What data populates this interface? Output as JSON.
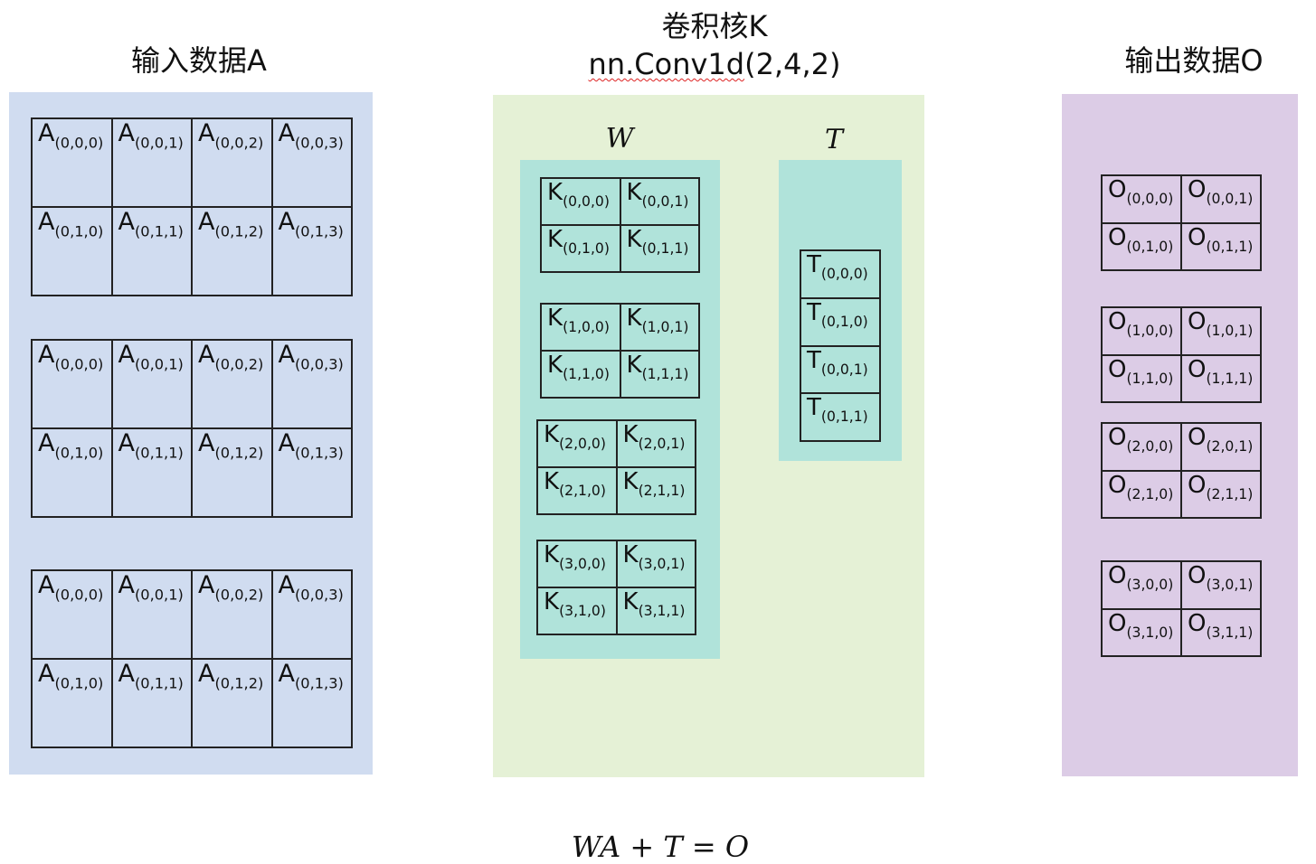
{
  "titles": {
    "input": "输入数据A",
    "kernel_line1": "卷积核K",
    "kernel_line2_code": "nn.Conv1d",
    "kernel_line2_args": "(2,4,2)",
    "output": "输出数据O"
  },
  "labels": {
    "W": "W",
    "T": "T"
  },
  "formula": "WA + T = O",
  "input_blocks": [
    [
      [
        "A",
        "(0,0,0)"
      ],
      [
        "A",
        "(0,0,1)"
      ],
      [
        "A",
        "(0,0,2)"
      ],
      [
        "A",
        "(0,0,3)"
      ],
      [
        "A",
        "(0,1,0)"
      ],
      [
        "A",
        "(0,1,1)"
      ],
      [
        "A",
        "(0,1,2)"
      ],
      [
        "A",
        "(0,1,3)"
      ]
    ],
    [
      [
        "A",
        "(0,0,0)"
      ],
      [
        "A",
        "(0,0,1)"
      ],
      [
        "A",
        "(0,0,2)"
      ],
      [
        "A",
        "(0,0,3)"
      ],
      [
        "A",
        "(0,1,0)"
      ],
      [
        "A",
        "(0,1,1)"
      ],
      [
        "A",
        "(0,1,2)"
      ],
      [
        "A",
        "(0,1,3)"
      ]
    ],
    [
      [
        "A",
        "(0,0,0)"
      ],
      [
        "A",
        "(0,0,1)"
      ],
      [
        "A",
        "(0,0,2)"
      ],
      [
        "A",
        "(0,0,3)"
      ],
      [
        "A",
        "(0,1,0)"
      ],
      [
        "A",
        "(0,1,1)"
      ],
      [
        "A",
        "(0,1,2)"
      ],
      [
        "A",
        "(0,1,3)"
      ]
    ]
  ],
  "kernel_blocks": [
    [
      [
        "K",
        "(0,0,0)"
      ],
      [
        "K",
        "(0,0,1)"
      ],
      [
        "K",
        "(0,1,0)"
      ],
      [
        "K",
        "(0,1,1)"
      ]
    ],
    [
      [
        "K",
        "(1,0,0)"
      ],
      [
        "K",
        "(1,0,1)"
      ],
      [
        "K",
        "(1,1,0)"
      ],
      [
        "K",
        "(1,1,1)"
      ]
    ],
    [
      [
        "K",
        "(2,0,0)"
      ],
      [
        "K",
        "(2,0,1)"
      ],
      [
        "K",
        "(2,1,0)"
      ],
      [
        "K",
        "(2,1,1)"
      ]
    ],
    [
      [
        "K",
        "(3,0,0)"
      ],
      [
        "K",
        "(3,0,1)"
      ],
      [
        "K",
        "(3,1,0)"
      ],
      [
        "K",
        "(3,1,1)"
      ]
    ]
  ],
  "bias_cells": [
    [
      "T",
      "(0,0,0)"
    ],
    [
      "T",
      "(0,1,0)"
    ],
    [
      "T",
      "(0,0,1)"
    ],
    [
      "T",
      "(0,1,1)"
    ]
  ],
  "output_blocks": [
    [
      [
        "O",
        "(0,0,0)"
      ],
      [
        "O",
        "(0,0,1)"
      ],
      [
        "O",
        "(0,1,0)"
      ],
      [
        "O",
        "(0,1,1)"
      ]
    ],
    [
      [
        "O",
        "(1,0,0)"
      ],
      [
        "O",
        "(1,0,1)"
      ],
      [
        "O",
        "(1,1,0)"
      ],
      [
        "O",
        "(1,1,1)"
      ]
    ],
    [
      [
        "O",
        "(2,0,0)"
      ],
      [
        "O",
        "(2,0,1)"
      ],
      [
        "O",
        "(2,1,0)"
      ],
      [
        "O",
        "(2,1,1)"
      ]
    ],
    [
      [
        "O",
        "(3,0,0)"
      ],
      [
        "O",
        "(3,0,1)"
      ],
      [
        "O",
        "(3,1,0)"
      ],
      [
        "O",
        "(3,1,1)"
      ]
    ]
  ]
}
